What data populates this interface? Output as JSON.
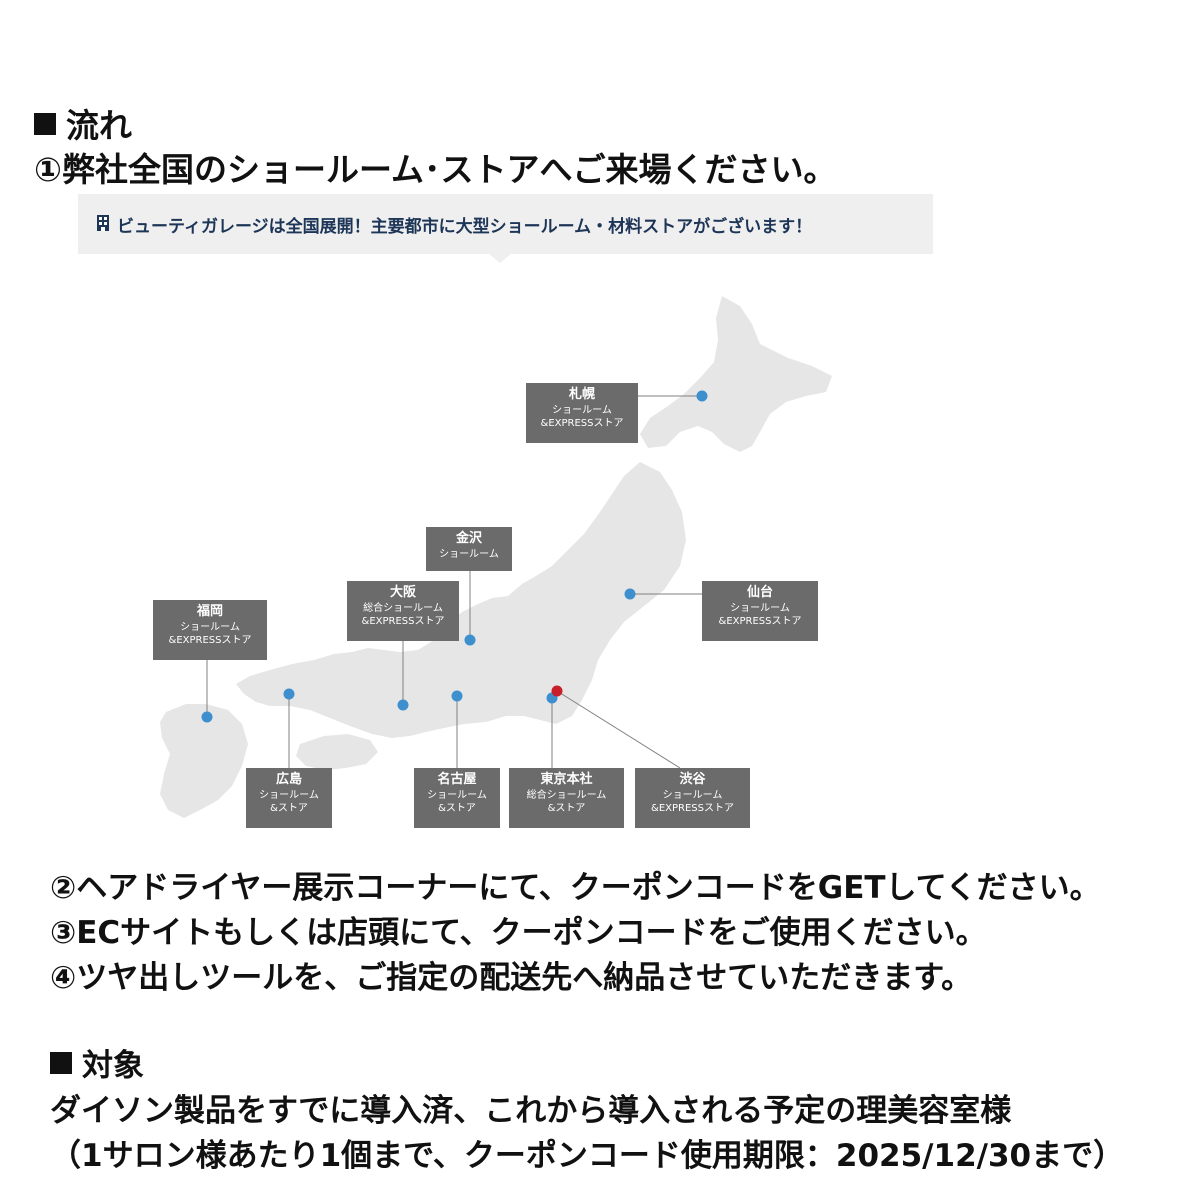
{
  "section_flow": {
    "heading": "流れ",
    "step1": "①弊社全国のショールーム･ストアへご来場ください。",
    "banner": "ビューティガレージは全国展開！主要都市に大型ショールーム・材料ストアがございます！",
    "step2": "②ヘアドライヤー展示コーナーにて、クーポンコードをGETしてください。",
    "step3": "③ECサイトもしくは店頭にて、クーポンコードをご使用ください。",
    "step4": "④ツヤ出しツールを、ご指定の配送先へ納品させていただきます。"
  },
  "section_target": {
    "heading": "対象",
    "line1": "ダイソン製品をすでに導入済、これから導入される予定の理美容室様",
    "line2": "（1サロン様あたり1個まで、クーポンコード使用期限：2025/12/30まで）"
  },
  "colors": {
    "marker_blue": "#3d8fce",
    "marker_red": "#c8202a",
    "label_bg": "#6b6b6b",
    "map_fill": "#e6e6e6",
    "banner_text": "#1d3557"
  },
  "stores": [
    {
      "name": "札幌",
      "lines": [
        "ショールーム",
        "&EXPRESSストア"
      ]
    },
    {
      "name": "金沢",
      "lines": [
        "ショールーム"
      ]
    },
    {
      "name": "大阪",
      "lines": [
        "総合ショールーム",
        "&EXPRESSストア"
      ]
    },
    {
      "name": "福岡",
      "lines": [
        "ショールーム",
        "&EXPRESSストア"
      ]
    },
    {
      "name": "仙台",
      "lines": [
        "ショールーム",
        "&EXPRESSストア"
      ]
    },
    {
      "name": "広島",
      "lines": [
        "ショールーム",
        "&ストア"
      ]
    },
    {
      "name": "名古屋",
      "lines": [
        "ショールーム",
        "&ストア"
      ]
    },
    {
      "name": "東京本社",
      "lines": [
        "総合ショールーム",
        "&ストア"
      ]
    },
    {
      "name": "渋谷",
      "lines": [
        "ショールーム",
        "&EXPRESSストア"
      ]
    }
  ]
}
